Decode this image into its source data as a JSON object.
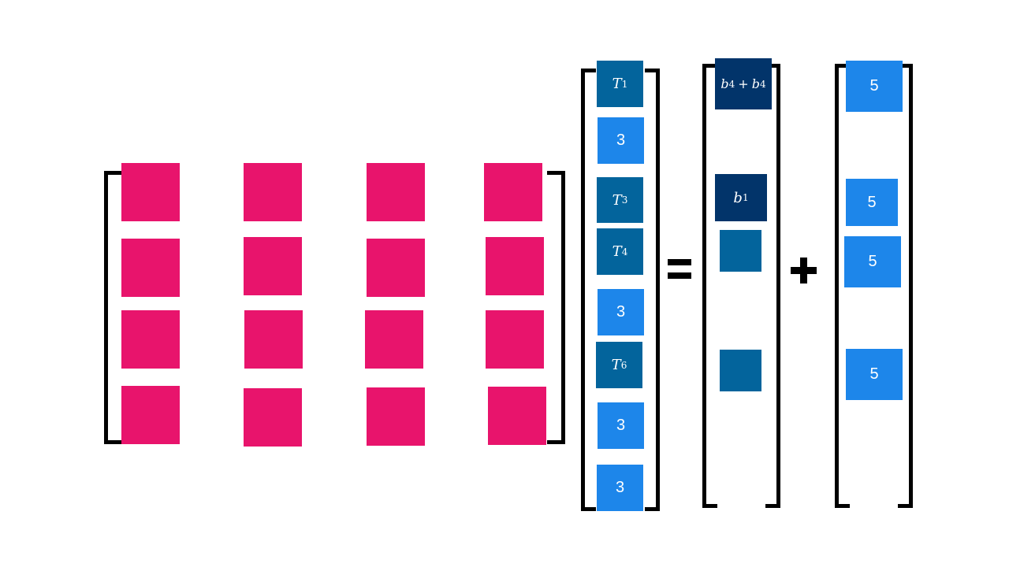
{
  "matrix_a": {
    "rows": 4,
    "cols": 4,
    "color": "#e8146c"
  },
  "vector_x": {
    "entries": [
      {
        "type": "var",
        "sym": "T",
        "sub": "1"
      },
      {
        "type": "num",
        "text": "3"
      },
      {
        "type": "var",
        "sym": "T",
        "sub": "3"
      },
      {
        "type": "var",
        "sym": "T",
        "sub": "4"
      },
      {
        "type": "num",
        "text": "3"
      },
      {
        "type": "var",
        "sym": "T",
        "sub": "6"
      },
      {
        "type": "num",
        "text": "3"
      },
      {
        "type": "num",
        "text": "3"
      }
    ]
  },
  "vector_b": {
    "entry1": {
      "sym1": "b",
      "sub1": "4",
      "plus": "+",
      "sym2": "b",
      "sub2": "4"
    },
    "entry2": {
      "sym": "b",
      "sub": "1"
    }
  },
  "vector_c": {
    "entries": [
      "5",
      "5",
      "5",
      "5"
    ]
  },
  "operators": {
    "equals": "=",
    "plus": "+"
  },
  "colors": {
    "pink": "#e8146c",
    "medium_blue": "#03649c",
    "light_blue": "#1d86ea",
    "dark_blue": "#02346a"
  }
}
